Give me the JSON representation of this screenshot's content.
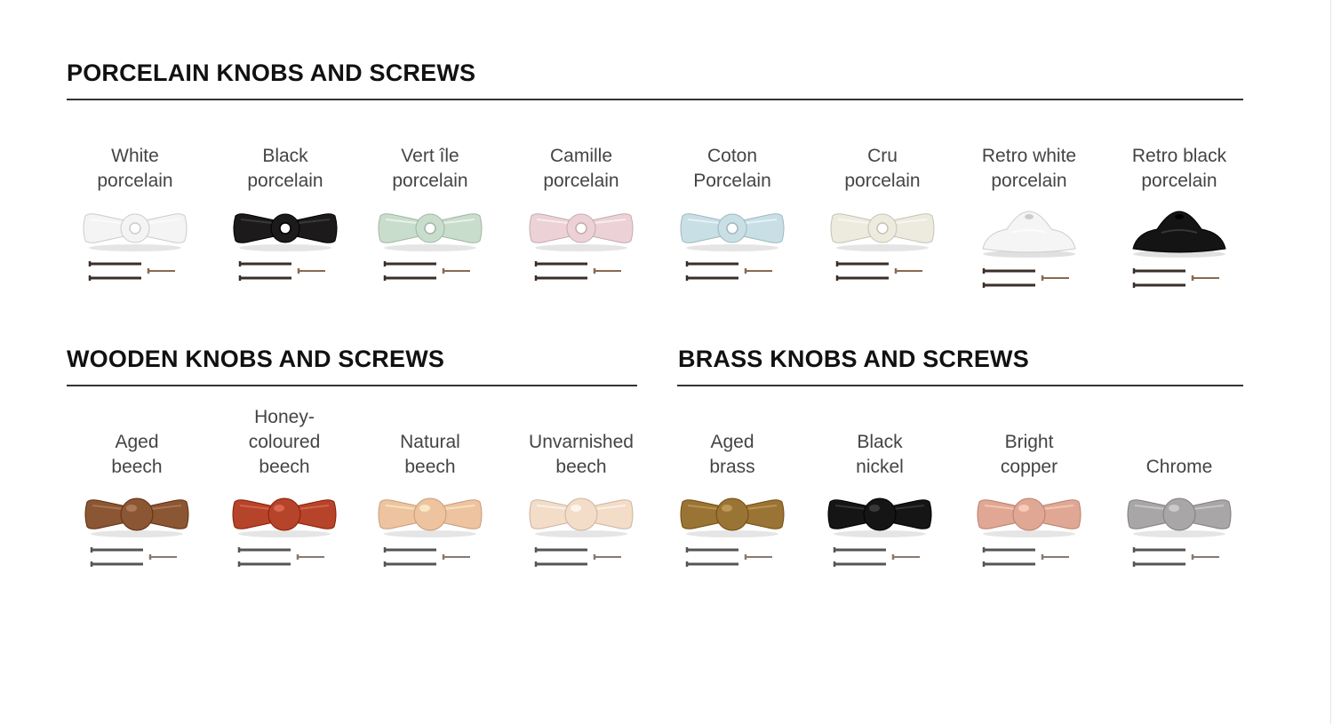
{
  "sections": {
    "porcelain": {
      "title": "PORCELAIN KNOBS AND SCREWS",
      "items": [
        {
          "label": "White\nporcelain",
          "color": "#f4f4f4",
          "style": "porcelain"
        },
        {
          "label": "Black\nporcelain",
          "color": "#1c1a1a",
          "style": "porcelain"
        },
        {
          "label": "Vert île\nporcelain",
          "color": "#c9ddcd",
          "style": "porcelain"
        },
        {
          "label": "Camille\nporcelain",
          "color": "#ecd2d6",
          "style": "porcelain"
        },
        {
          "label": "Coton\nPorcelain",
          "color": "#c8dfe6",
          "style": "porcelain"
        },
        {
          "label": "Cru\nporcelain",
          "color": "#ecebde",
          "style": "porcelain"
        },
        {
          "label": "Retro white\nporcelain",
          "color": "#f5f5f5",
          "style": "retro"
        },
        {
          "label": "Retro black\nporcelain",
          "color": "#141414",
          "style": "retro"
        }
      ]
    },
    "wooden": {
      "title": "WOODEN KNOBS AND SCREWS",
      "items": [
        {
          "label": "Aged\nbeech",
          "color": "#8a5634",
          "style": "ball"
        },
        {
          "label": "Honey-\ncoloured\nbeech",
          "color": "#b5442a",
          "style": "ball"
        },
        {
          "label": "Natural\nbeech",
          "color": "#eec4a0",
          "style": "ball"
        },
        {
          "label": "Unvarnished\nbeech",
          "color": "#f3dcc8",
          "style": "ball"
        }
      ]
    },
    "brass": {
      "title": "BRASS KNOBS AND SCREWS",
      "items": [
        {
          "label": "Aged\nbrass",
          "color": "#9a7434",
          "style": "ball"
        },
        {
          "label": "Black\nnickel",
          "color": "#151515",
          "style": "ball"
        },
        {
          "label": "Bright\ncopper",
          "color": "#e0a894",
          "style": "ball"
        },
        {
          "label": "Chrome",
          "color": "#a8a6a6",
          "style": "ball"
        }
      ]
    }
  }
}
